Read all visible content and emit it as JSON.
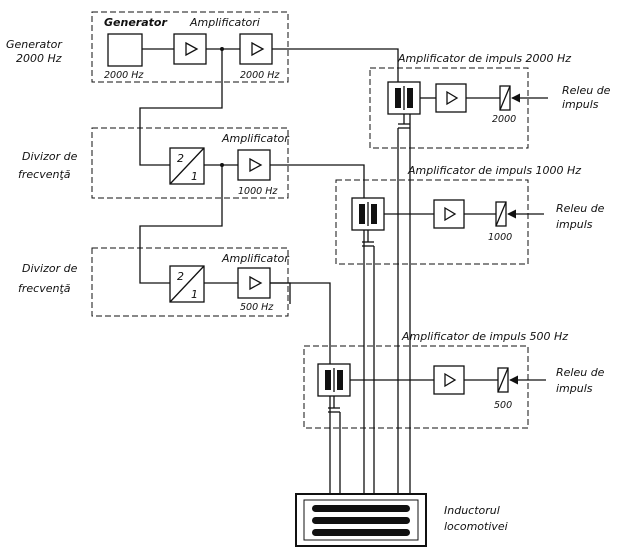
{
  "left_labels": {
    "generator_line1": "Generator",
    "generator_line2": "2000 Hz",
    "divider1_line1": "Divizor de",
    "divider1_line2": "frecvenţă",
    "divider2_line1": "Divizor de",
    "divider2_line2": "frecvenţă"
  },
  "generator_block": {
    "generator_title": "Generator",
    "amplifiers_title": "Amplificatori",
    "gen_freq": "2000 Hz",
    "amp_freq": "2000 Hz"
  },
  "divider_block_1": {
    "amp_title": "Amplificator",
    "ratio_top": "2",
    "ratio_bottom": "1",
    "amp_freq": "1000 Hz"
  },
  "divider_block_2": {
    "amp_title": "Amplificator",
    "ratio_top": "2",
    "ratio_bottom": "1",
    "amp_freq": "500 Hz"
  },
  "impulse_amp_2000": {
    "title": "Amplificator de impuls 2000 Hz",
    "relay_value": "2000",
    "relay_line1": "Releu de",
    "relay_line2": "impuls"
  },
  "impulse_amp_1000": {
    "title": "Amplificator de impuls 1000 Hz",
    "relay_value": "1000",
    "relay_line1": "Releu de",
    "relay_line2": "impuls"
  },
  "impulse_amp_500": {
    "title": "Amplificator de impuls 500 Hz",
    "relay_value": "500",
    "relay_line1": "Releu de",
    "relay_line2": "impuls"
  },
  "inductor": {
    "line1": "Inductorul",
    "line2": "locomotivei"
  },
  "icons": {
    "amplifier": "triangle",
    "divider": "ratio-2-1",
    "transformer": "coupled-coils",
    "relay": "rectangle-slash",
    "capacitor": "parallel-plates"
  }
}
